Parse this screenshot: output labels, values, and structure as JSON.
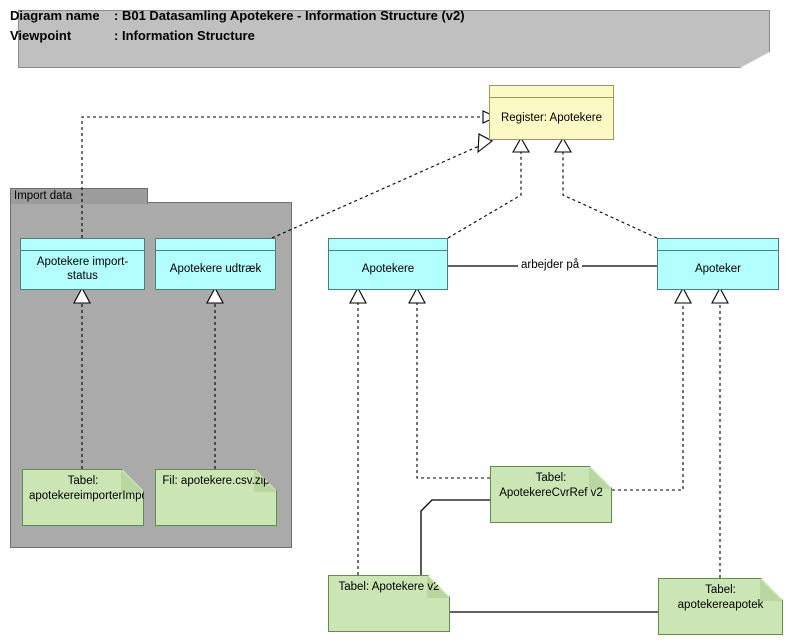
{
  "header": {
    "line1_key": "Diagram name",
    "line1_sep": ": ",
    "line1_value": "B01 Datasamling Apotekere - Information Structure (v2)",
    "line2_key": "Viewpoint",
    "line2_sep": ": ",
    "line2_value": "Information Structure"
  },
  "package": {
    "label": "Import data"
  },
  "nodes": {
    "register_apotekere": "Register: Apotekere",
    "apotekere_importstatus": "Apotekere import-status",
    "apotekere_udtraek": "Apotekere udtræk",
    "apotekere": "Apotekere",
    "apoteker": "Apoteker",
    "tabel_importstatus": "Tabel: apotekereimporterImportStatus",
    "fil_csv_zip": "Fil: apotekere.csv.zip",
    "tabel_cvrref": "Tabel: ApotekereCvrRef v2",
    "tabel_apotekere_v2": "Tabel: Apotekere v2",
    "tabel_apotekereapotek": "Tabel: apotekereapotek"
  },
  "edges": {
    "arbejder_paa": "arbejder på"
  },
  "colors": {
    "banner_fill": "#c0c0c0",
    "package_fill": "#aaaaaa",
    "package_tab_fill": "#9c9c9c",
    "class_fill": "#b2fffd",
    "class_border": "#4a7f7f",
    "register_fill": "#fbfac4",
    "register_border": "#9a9a52",
    "note_fill": "#cbe6b4",
    "note_border": "#5f8f4c",
    "line": "#000000",
    "page_bg": "#ffffff"
  }
}
